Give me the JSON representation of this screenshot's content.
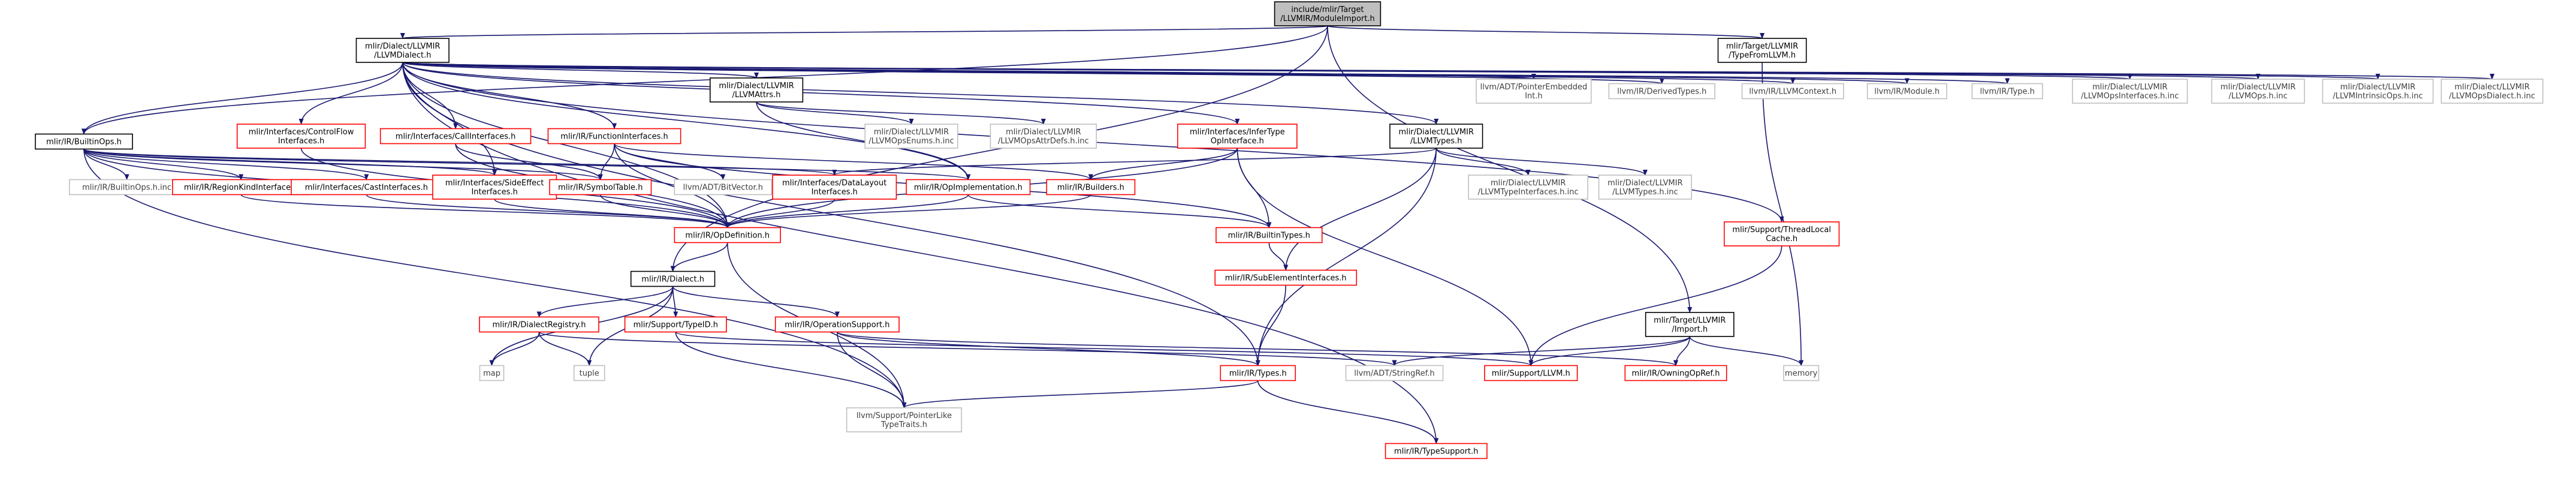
{
  "colors": {
    "edge": "#191970",
    "box_linked": "#ff0000",
    "box_plain": "#bfbfbf",
    "box_root": "#000000",
    "root_fill": "#bfbfbf",
    "text": "#000000",
    "text_plain": "#404040"
  },
  "nodes": [
    {
      "id": "root",
      "lines": [
        "include/mlir/Target",
        "/LLVMIR/ModuleImport.h"
      ],
      "kind": "root"
    },
    {
      "id": "llvmdialect",
      "lines": [
        "mlir/Dialect/LLVMIR",
        "/LLVMDialect.h"
      ],
      "kind": "dark"
    },
    {
      "id": "typefromllvm",
      "lines": [
        "mlir/Target/LLVMIR",
        "/TypeFromLLVM.h"
      ],
      "kind": "dark"
    },
    {
      "id": "builtinops",
      "lines": [
        "mlir/IR/BuiltinOps.h"
      ],
      "kind": "dark"
    },
    {
      "id": "cfi",
      "lines": [
        "mlir/Interfaces/ControlFlow",
        "Interfaces.h"
      ],
      "kind": "red"
    },
    {
      "id": "calli",
      "lines": [
        "mlir/Interfaces/CallInterfaces.h"
      ],
      "kind": "red"
    },
    {
      "id": "funci",
      "lines": [
        "mlir/IR/FunctionInterfaces.h"
      ],
      "kind": "red"
    },
    {
      "id": "llvmattrs",
      "lines": [
        "mlir/Dialect/LLVMIR",
        "/LLVMAttrs.h"
      ],
      "kind": "dark"
    },
    {
      "id": "opsenums",
      "lines": [
        "mlir/Dialect/LLVMIR",
        "/LLVMOpsEnums.h.inc"
      ],
      "kind": "plain"
    },
    {
      "id": "opsattrdefs",
      "lines": [
        "mlir/Dialect/LLVMIR",
        "/LLVMOpsAttrDefs.h.inc"
      ],
      "kind": "plain"
    },
    {
      "id": "infertype",
      "lines": [
        "mlir/Interfaces/InferType",
        "OpInterface.h"
      ],
      "kind": "red"
    },
    {
      "id": "llvmtypes",
      "lines": [
        "mlir/Dialect/LLVMIR",
        "/LLVMTypes.h"
      ],
      "kind": "dark"
    },
    {
      "id": "ptrembedded",
      "lines": [
        "llvm/ADT/PointerEmbedded",
        "Int.h"
      ],
      "kind": "plain"
    },
    {
      "id": "derivedtypes",
      "lines": [
        "llvm/IR/DerivedTypes.h"
      ],
      "kind": "plain"
    },
    {
      "id": "llvmcontext",
      "lines": [
        "llvm/IR/LLVMContext.h"
      ],
      "kind": "plain"
    },
    {
      "id": "llvmmodule",
      "lines": [
        "llvm/IR/Module.h"
      ],
      "kind": "plain"
    },
    {
      "id": "llvmtype",
      "lines": [
        "llvm/IR/Type.h"
      ],
      "kind": "plain"
    },
    {
      "id": "opsifaces",
      "lines": [
        "mlir/Dialect/LLVMIR",
        "/LLVMOpsInterfaces.h.inc"
      ],
      "kind": "plain"
    },
    {
      "id": "llvmopsinc",
      "lines": [
        "mlir/Dialect/LLVMIR",
        "/LLVMOps.h.inc"
      ],
      "kind": "plain"
    },
    {
      "id": "intrinsicops",
      "lines": [
        "mlir/Dialect/LLVMIR",
        "/LLVMIntrinsicOps.h.inc"
      ],
      "kind": "plain"
    },
    {
      "id": "opsdialect",
      "lines": [
        "mlir/Dialect/LLVMIR",
        "/LLVMOpsDialect.h.inc"
      ],
      "kind": "plain"
    },
    {
      "id": "builtinopsinc",
      "lines": [
        "mlir/IR/BuiltinOps.h.inc"
      ],
      "kind": "plain"
    },
    {
      "id": "regionkind",
      "lines": [
        "mlir/IR/RegionKindInterface.h"
      ],
      "kind": "red"
    },
    {
      "id": "casti",
      "lines": [
        "mlir/Interfaces/CastInterfaces.h"
      ],
      "kind": "red"
    },
    {
      "id": "sideeffect",
      "lines": [
        "mlir/Interfaces/SideEffect",
        "Interfaces.h"
      ],
      "kind": "red"
    },
    {
      "id": "symboltable",
      "lines": [
        "mlir/IR/SymbolTable.h"
      ],
      "kind": "red"
    },
    {
      "id": "bitvector",
      "lines": [
        "llvm/ADT/BitVector.h"
      ],
      "kind": "plain"
    },
    {
      "id": "datalayout",
      "lines": [
        "mlir/Interfaces/DataLayout",
        "Interfaces.h"
      ],
      "kind": "red"
    },
    {
      "id": "opimpl",
      "lines": [
        "mlir/IR/OpImplementation.h"
      ],
      "kind": "red"
    },
    {
      "id": "builders",
      "lines": [
        "mlir/IR/Builders.h"
      ],
      "kind": "red"
    },
    {
      "id": "typeifaces",
      "lines": [
        "mlir/Dialect/LLVMIR",
        "/LLVMTypeInterfaces.h.inc"
      ],
      "kind": "plain"
    },
    {
      "id": "llvmtypesinc",
      "lines": [
        "mlir/Dialect/LLVMIR",
        "/LLVMTypes.h.inc"
      ],
      "kind": "plain"
    },
    {
      "id": "opdefinition",
      "lines": [
        "mlir/IR/OpDefinition.h"
      ],
      "kind": "red"
    },
    {
      "id": "builtintypes",
      "lines": [
        "mlir/IR/BuiltinTypes.h"
      ],
      "kind": "red"
    },
    {
      "id": "threadlocal",
      "lines": [
        "mlir/Support/ThreadLocal",
        "Cache.h"
      ],
      "kind": "red"
    },
    {
      "id": "subelement",
      "lines": [
        "mlir/IR/SubElementInterfaces.h"
      ],
      "kind": "red"
    },
    {
      "id": "dialect",
      "lines": [
        "mlir/IR/Dialect.h"
      ],
      "kind": "dark"
    },
    {
      "id": "targetimport",
      "lines": [
        "mlir/Target/LLVMIR",
        "/Import.h"
      ],
      "kind": "dark"
    },
    {
      "id": "dialectregistry",
      "lines": [
        "mlir/IR/DialectRegistry.h"
      ],
      "kind": "red"
    },
    {
      "id": "typeid",
      "lines": [
        "mlir/Support/TypeID.h"
      ],
      "kind": "red"
    },
    {
      "id": "opsupport",
      "lines": [
        "mlir/IR/OperationSupport.h"
      ],
      "kind": "red"
    },
    {
      "id": "map",
      "lines": [
        "map"
      ],
      "kind": "plain"
    },
    {
      "id": "tuple",
      "lines": [
        "tuple"
      ],
      "kind": "plain"
    },
    {
      "id": "irtypes",
      "lines": [
        "mlir/IR/Types.h"
      ],
      "kind": "red"
    },
    {
      "id": "stringref",
      "lines": [
        "llvm/ADT/StringRef.h"
      ],
      "kind": "plain"
    },
    {
      "id": "supportllvm",
      "lines": [
        "mlir/Support/LLVM.h"
      ],
      "kind": "red"
    },
    {
      "id": "owningop",
      "lines": [
        "mlir/IR/OwningOpRef.h"
      ],
      "kind": "red"
    },
    {
      "id": "memory",
      "lines": [
        "memory"
      ],
      "kind": "plain"
    },
    {
      "id": "ptrlike",
      "lines": [
        "llvm/Support/PointerLike",
        "TypeTraits.h"
      ],
      "kind": "plain"
    },
    {
      "id": "typesupport",
      "lines": [
        "mlir/IR/TypeSupport.h"
      ],
      "kind": "red"
    }
  ],
  "edges": [
    [
      "root",
      "llvmdialect"
    ],
    [
      "root",
      "typefromllvm"
    ],
    [
      "root",
      "builtinops"
    ],
    [
      "root",
      "dialect"
    ],
    [
      "root",
      "targetimport"
    ],
    [
      "llvmdialect",
      "builtinops"
    ],
    [
      "llvmdialect",
      "cfi"
    ],
    [
      "llvmdialect",
      "calli"
    ],
    [
      "llvmdialect",
      "funci"
    ],
    [
      "llvmdialect",
      "llvmattrs"
    ],
    [
      "llvmdialect",
      "infertype"
    ],
    [
      "llvmdialect",
      "llvmtypes"
    ],
    [
      "llvmdialect",
      "ptrembedded"
    ],
    [
      "llvmdialect",
      "derivedtypes"
    ],
    [
      "llvmdialect",
      "llvmcontext"
    ],
    [
      "llvmdialect",
      "llvmmodule"
    ],
    [
      "llvmdialect",
      "llvmtype"
    ],
    [
      "llvmdialect",
      "opsifaces"
    ],
    [
      "llvmdialect",
      "llvmopsinc"
    ],
    [
      "llvmdialect",
      "intrinsicops"
    ],
    [
      "llvmdialect",
      "opsdialect"
    ],
    [
      "llvmdialect",
      "sideeffect"
    ],
    [
      "llvmdialect",
      "opimpl"
    ],
    [
      "llvmdialect",
      "opdefinition"
    ],
    [
      "llvmdialect",
      "threadlocal"
    ],
    [
      "llvmdialect",
      "irtypes"
    ],
    [
      "llvmdialect",
      "typesupport"
    ],
    [
      "typefromllvm",
      "memory"
    ],
    [
      "builtinops",
      "builtinopsinc"
    ],
    [
      "builtinops",
      "regionkind"
    ],
    [
      "builtinops",
      "casti"
    ],
    [
      "builtinops",
      "sideeffect"
    ],
    [
      "builtinops",
      "symboltable"
    ],
    [
      "builtinops",
      "datalayout"
    ],
    [
      "builtinops",
      "opimpl"
    ],
    [
      "builtinops",
      "opdefinition"
    ],
    [
      "builtinops",
      "ptrlike"
    ],
    [
      "cfi",
      "opdefinition"
    ],
    [
      "calli",
      "symboltable"
    ],
    [
      "calli",
      "opdefinition"
    ],
    [
      "funci",
      "symboltable"
    ],
    [
      "funci",
      "bitvector"
    ],
    [
      "funci",
      "opdefinition"
    ],
    [
      "funci",
      "builtintypes"
    ],
    [
      "funci",
      "builders"
    ],
    [
      "llvmattrs",
      "opsenums"
    ],
    [
      "llvmattrs",
      "opsattrdefs"
    ],
    [
      "llvmattrs",
      "opimpl"
    ],
    [
      "infertype",
      "opdefinition"
    ],
    [
      "infertype",
      "builders"
    ],
    [
      "infertype",
      "builtintypes"
    ],
    [
      "infertype",
      "supportllvm"
    ],
    [
      "llvmtypes",
      "typeifaces"
    ],
    [
      "llvmtypes",
      "llvmtypesinc"
    ],
    [
      "llvmtypes",
      "datalayout"
    ],
    [
      "llvmtypes",
      "subelement"
    ],
    [
      "llvmtypes",
      "irtypes"
    ],
    [
      "regionkind",
      "opdefinition"
    ],
    [
      "casti",
      "opdefinition"
    ],
    [
      "sideeffect",
      "opdefinition"
    ],
    [
      "symboltable",
      "opdefinition"
    ],
    [
      "datalayout",
      "opdefinition"
    ],
    [
      "opimpl",
      "opdefinition"
    ],
    [
      "opimpl",
      "builtintypes"
    ],
    [
      "builders",
      "opdefinition"
    ],
    [
      "opdefinition",
      "dialect"
    ],
    [
      "opdefinition",
      "ptrlike"
    ],
    [
      "builtintypes",
      "subelement"
    ],
    [
      "threadlocal",
      "supportllvm"
    ],
    [
      "subelement",
      "irtypes"
    ],
    [
      "dialect",
      "dialectregistry"
    ],
    [
      "dialect",
      "typeid"
    ],
    [
      "dialect",
      "opsupport"
    ],
    [
      "dialect",
      "map"
    ],
    [
      "dialect",
      "tuple"
    ],
    [
      "dialectregistry",
      "map"
    ],
    [
      "dialectregistry",
      "tuple"
    ],
    [
      "dialectregistry",
      "stringref"
    ],
    [
      "typeid",
      "ptrlike"
    ],
    [
      "typeid",
      "supportllvm"
    ],
    [
      "opsupport",
      "irtypes"
    ],
    [
      "opsupport",
      "ptrlike"
    ],
    [
      "opsupport",
      "owningop"
    ],
    [
      "targetimport",
      "supportllvm"
    ],
    [
      "targetimport",
      "stringref"
    ],
    [
      "targetimport",
      "owningop"
    ],
    [
      "targetimport",
      "memory"
    ],
    [
      "irtypes",
      "typesupport"
    ],
    [
      "irtypes",
      "ptrlike"
    ]
  ]
}
